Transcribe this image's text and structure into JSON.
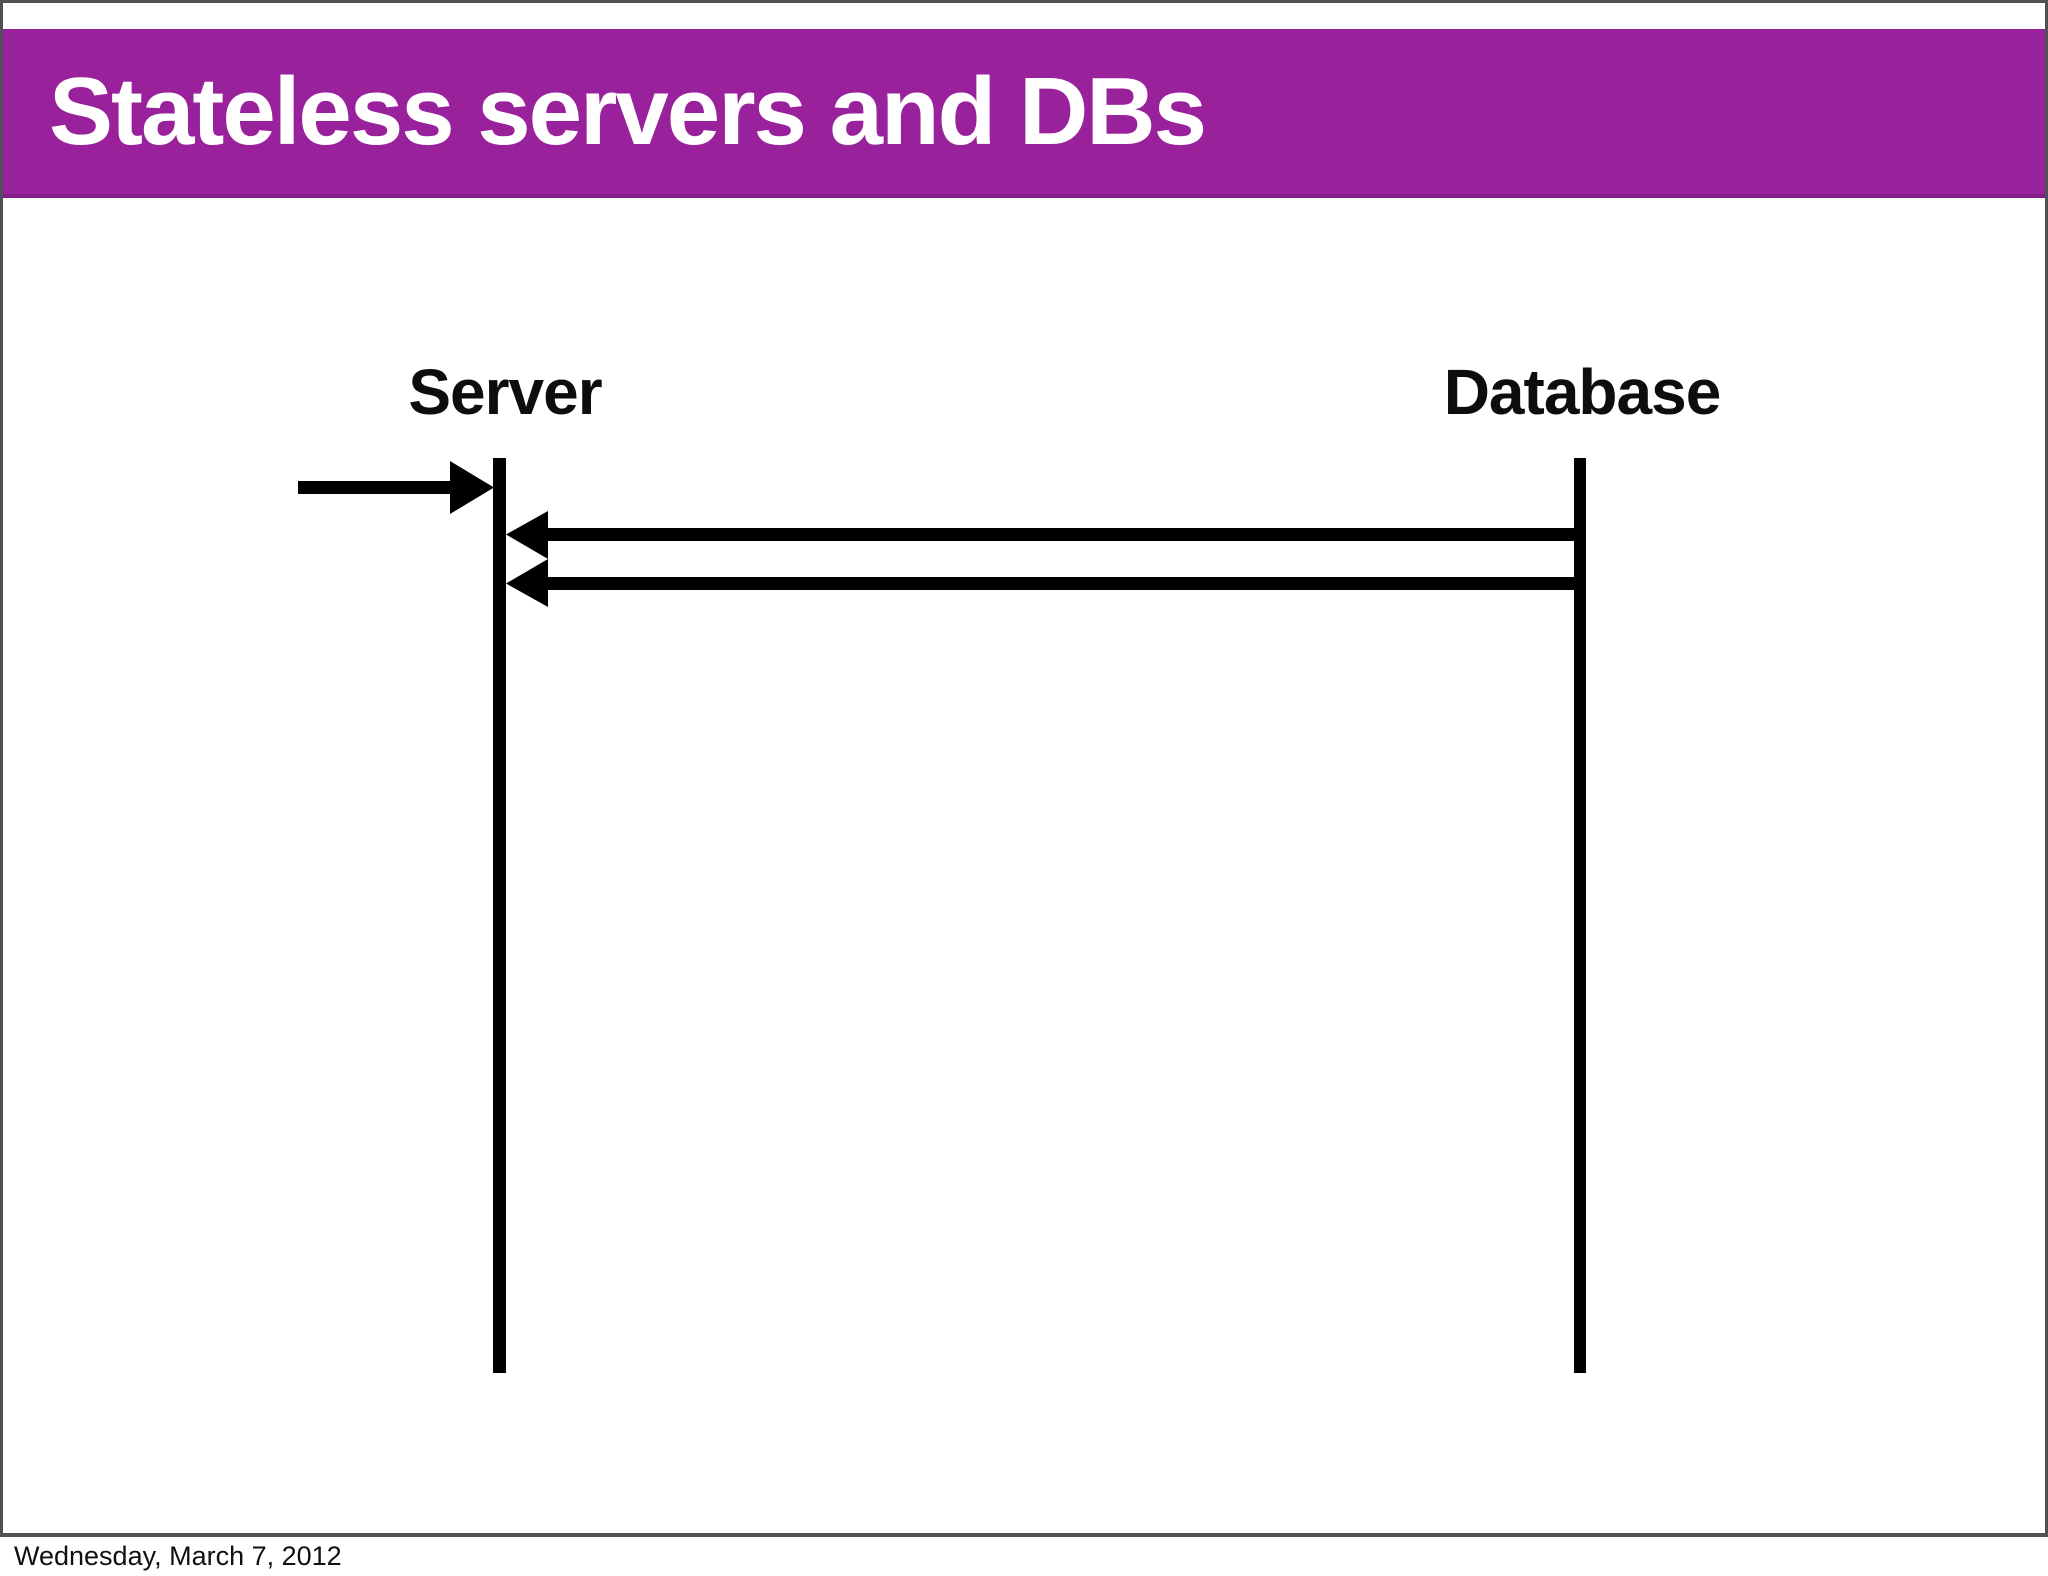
{
  "slide": {
    "title": "Stateless servers and DBs",
    "footer_date": "Wednesday, March 7, 2012"
  },
  "diagram": {
    "type": "sequence-diagram",
    "actors": [
      {
        "name": "Server"
      },
      {
        "name": "Database"
      }
    ],
    "messages": [
      {
        "from": "external-client",
        "to": "Server",
        "direction": "right"
      },
      {
        "from": "Database",
        "to": "Server",
        "direction": "left"
      },
      {
        "from": "Database",
        "to": "Server",
        "direction": "left"
      }
    ]
  },
  "colors": {
    "header_bg": "#99219B",
    "header_bg_edge": "#821C86",
    "header_text": "#FFFFFF",
    "frame_border": "#515155",
    "diagram_ink": "#000000"
  }
}
